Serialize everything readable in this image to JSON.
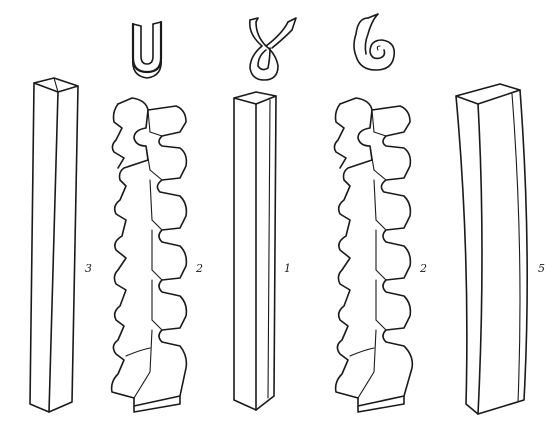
{
  "figure": {
    "labels": {
      "left_bar": "3",
      "left_zigzag": "2",
      "center_bar": "1",
      "right_zigzag": "2",
      "right_bar": "5"
    },
    "ink_color": "#1a1a1a",
    "background_color": "#ffffff"
  }
}
